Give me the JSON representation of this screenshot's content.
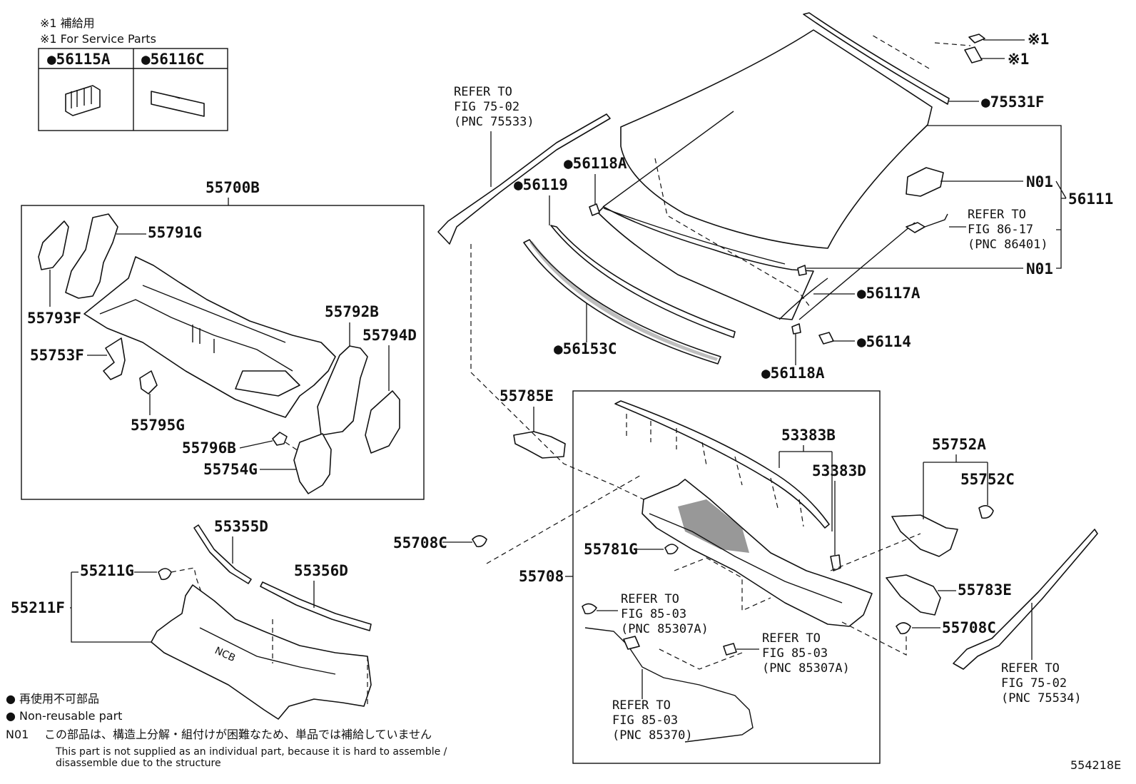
{
  "service_note": {
    "line1": "※1 補給用",
    "line2": "※1 For Service Parts",
    "cells": [
      "●56115A",
      "●56116C"
    ]
  },
  "labels": {
    "p55700B": "55700B",
    "p55791G": "55791G",
    "p55793F": "55793F",
    "p55792B": "55792B",
    "p55794D": "55794D",
    "p55753F": "55753F",
    "p55795G": "55795G",
    "p55796B": "55796B",
    "p55754G": "55754G",
    "p55355D": "55355D",
    "p55356D": "55356D",
    "p55211G": "55211G",
    "p55211F": "55211F",
    "p56118A_top": "●56118A",
    "p56119": "●56119",
    "p56153C": "●56153C",
    "p56118A_bot": "●56118A",
    "p75531F": "●75531F",
    "p56117A": "●56117A",
    "p56114": "●56114",
    "p56111": "56111",
    "n01_top": "N01",
    "n01_bot": "N01",
    "star1_a": "※1",
    "star1_b": "※1",
    "p55785E": "55785E",
    "p53383B": "53383B",
    "p53383D": "53383D",
    "p55752A": "55752A",
    "p55752C": "55752C",
    "p55708C_left": "55708C",
    "p55781G": "55781G",
    "p55708": "55708",
    "p55783E": "55783E",
    "p55708C_right": "55708C"
  },
  "refs": {
    "fig75_02_a": [
      "REFER TO",
      "FIG 75-02",
      "(PNC 75533)"
    ],
    "fig86_17": [
      "REFER TO",
      "FIG 86-17",
      "(PNC 86401)"
    ],
    "fig85_03_a": [
      "REFER TO",
      "FIG 85-03",
      "(PNC 85307A)"
    ],
    "fig85_03_b": [
      "REFER TO",
      "FIG 85-03",
      "(PNC 85307A)"
    ],
    "fig85_03_c": [
      "REFER TO",
      "FIG 85-03",
      "(PNC 85370)"
    ],
    "fig75_02_b": [
      "REFER TO",
      "FIG 75-02",
      "(PNC 75534)"
    ]
  },
  "legend": {
    "jp_nonreusable": "● 再使用不可部品",
    "en_nonreusable": "● Non-reusable part",
    "n01_code": "N01",
    "n01_jp": "この部品は、構造上分解・組付けが困難なため、単品では補給していません",
    "n01_en_1": "This part is not supplied as an individual part, because it is hard to assemble /",
    "n01_en_2": "disassemble due to the structure"
  },
  "figure_id": "554218E"
}
